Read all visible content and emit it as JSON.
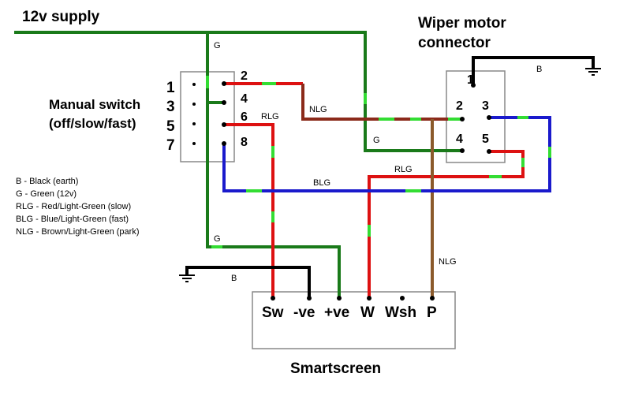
{
  "supply_label": "12v supply",
  "motor_label": [
    "Wiper motor",
    "connector"
  ],
  "switch_label": [
    "Manual switch",
    "(off/slow/fast)"
  ],
  "switch_pins_left": [
    "1",
    "3",
    "5",
    "7"
  ],
  "switch_pins_right": [
    "2",
    "4",
    "6",
    "8"
  ],
  "motor_pins": [
    "1",
    "2",
    "3",
    "4",
    "5"
  ],
  "smartscreen_label": "Smartscreen",
  "smartscreen_terminals": [
    "Sw",
    "-ve",
    "+ve",
    "W",
    "Wsh",
    "P"
  ],
  "legend": [
    "B - Black (earth)",
    "G - Green (12v)",
    "RLG - Red/Light-Green (slow)",
    "BLG - Blue/Light-Green (fast)",
    "NLG - Brown/Light-Green (park)"
  ],
  "wire_labels": {
    "g_top": "G",
    "g_motor": "G",
    "g_bottom": "G",
    "b_motor": "B",
    "b_smart": "B",
    "nlg_top": "NLG",
    "nlg_right": "NLG",
    "rlg_switch": "RLG",
    "rlg_right": "RLG",
    "blg": "BLG"
  },
  "colors": {
    "green": "#1a7a1a",
    "light_green": "#33dd33",
    "red": "#dd1111",
    "blue": "#1a1acc",
    "brown": "#8b5a2b",
    "black": "#000000",
    "box_border": "#777777"
  }
}
